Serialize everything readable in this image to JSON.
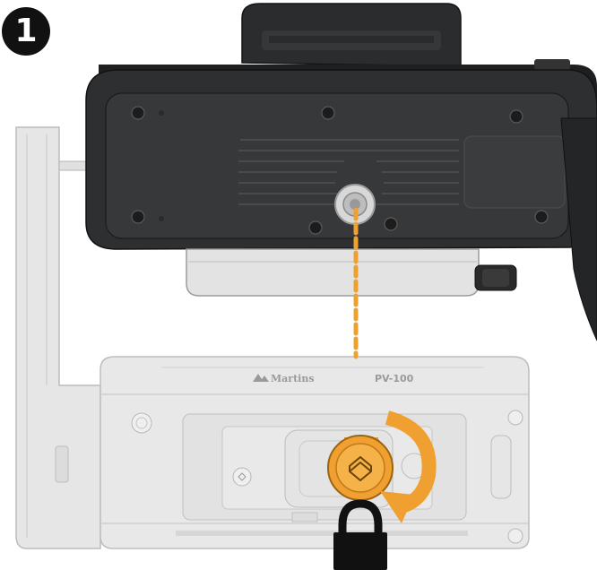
{
  "step": {
    "number": "1"
  },
  "plate": {
    "brand": "Martins",
    "model": "PV-100"
  },
  "colors": {
    "camera_body": "#2e2f31",
    "camera_panel": "#3a3b3d",
    "bracket": "#e2e2e2",
    "bracket_outline": "#bdbdbd",
    "knob": "#f0a030",
    "dashed_guide": "#f0a030",
    "arrow": "#f0a030",
    "lock": "#111111"
  },
  "icons": [
    "tripod-screw-icon",
    "rotate-arrow-icon",
    "lock-icon"
  ]
}
